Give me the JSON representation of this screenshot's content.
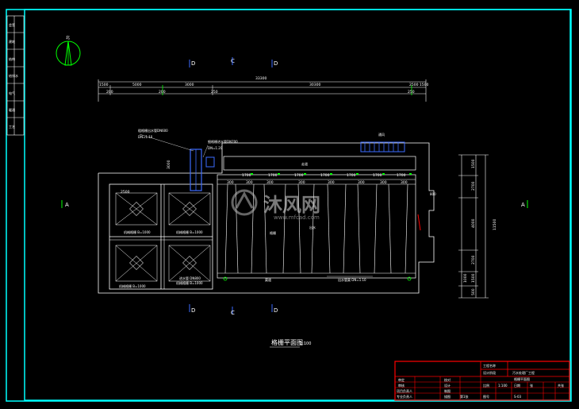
{
  "drawing": {
    "title": "格栅平面图",
    "scale": "1:100",
    "section_markers": [
      "A",
      "A"
    ],
    "axis_letters_top": [
      "D",
      "C",
      "D"
    ],
    "axis_letters_bottom": [
      "D",
      "C",
      "D"
    ]
  },
  "north_arrow": {
    "label": "北"
  },
  "dimensions": {
    "total_top": "33300",
    "top_segments": [
      "1500",
      "5000",
      "3000",
      "30300",
      "2500 1500"
    ],
    "top_sub": [
      "200",
      "200",
      "250",
      "250"
    ],
    "right_total": "11500",
    "right_segments": [
      "1500",
      "2700",
      "4000",
      "2700",
      "1500",
      "1000",
      "500"
    ],
    "internal_top": [
      "1700",
      "1700",
      "1700",
      "1700",
      "1700",
      "1700",
      "1700"
    ],
    "internal_bays": [
      "300",
      "300",
      "300",
      "300",
      "300",
      "300",
      "300",
      "300"
    ],
    "left_room": "2500",
    "vertical_small": "3000"
  },
  "notes": {
    "pipe_top": "粗格栅出水管DN600",
    "pipe_top_2": "DN=1.10",
    "pipe_right": "细格栅进水管DN700",
    "pipe_right_2": "DN=1.20",
    "channel": "格栅",
    "walkway": "走道",
    "sump_1": "机械格栅 B=1000",
    "sump_2": "机械格栅 B=1000",
    "sump_3": "机械格栅 B=1000",
    "sump_4": "机械格栅 B=1000",
    "bottom_left": "进水管 DN800",
    "bottom_right": "出水管渠 DN=1.10",
    "bottom_mid": "渠道",
    "outlet": "出水",
    "vent": "通风",
    "label_800": "800"
  },
  "title_block": {
    "project_name": "工程名称",
    "design_stage": "设计阶段",
    "sub_project": "污水处理厂工程",
    "drawing_name": "格栅平面图",
    "rows": [
      [
        "审定",
        "",
        "校对",
        ""
      ],
      [
        "审核",
        "",
        "设计",
        ""
      ],
      [
        "项目负责人",
        "",
        "制图",
        ""
      ],
      [
        "专业负责人",
        "",
        "描图",
        ""
      ]
    ],
    "fields": {
      "scale_label": "比例",
      "scale_value": "1:100",
      "date_label": "日期",
      "sheet_label": "张",
      "sheet_value": "第1张",
      "total_label": "共张",
      "drawing_no_label": "图号",
      "drawing_no_value": "S-03"
    }
  },
  "side_stamp": {
    "items": [
      "会签",
      "建筑",
      "结构",
      "给排水",
      "电气",
      "暖通",
      "工艺"
    ]
  },
  "watermark": {
    "brand": "沐风网",
    "url": "www.mfcad.com"
  },
  "colors": {
    "background": "#000000",
    "frame": "#00ffff",
    "lines": "#ffffff",
    "blue": "#3c6cff",
    "green": "#00ff00",
    "red": "#ff0000",
    "yellow": "#ffff00"
  }
}
